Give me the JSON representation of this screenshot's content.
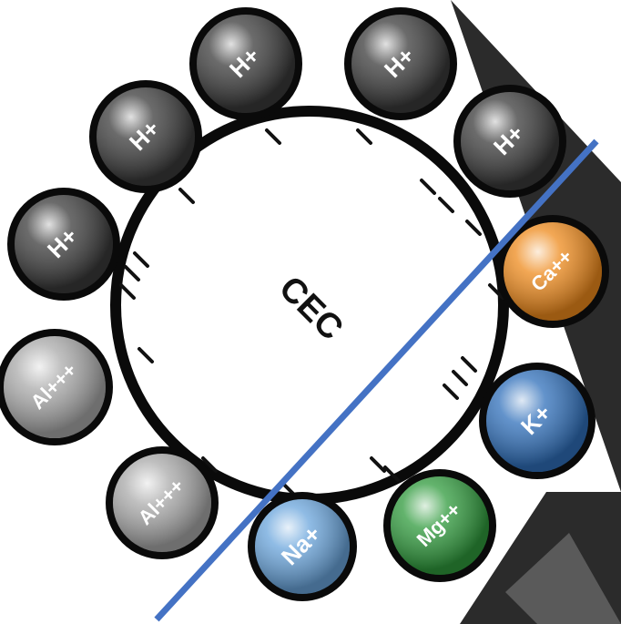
{
  "diagram": {
    "center_label": "CEC",
    "colors": {
      "background_dark": "#2b2b2b",
      "background_mid": "#5a5a5a",
      "divider_line": "#4472c4",
      "circle_fill": "#ffffff",
      "circle_stroke": "#0a0a0a",
      "charge_mark": "#111111"
    },
    "cations": [
      {
        "label": "H+",
        "color": "#3a3a3a",
        "group": "acidic"
      },
      {
        "label": "H+",
        "color": "#3a3a3a",
        "group": "acidic"
      },
      {
        "label": "H+",
        "color": "#3a3a3a",
        "group": "acidic"
      },
      {
        "label": "H+",
        "color": "#3a3a3a",
        "group": "acidic"
      },
      {
        "label": "H+",
        "color": "#3a3a3a",
        "group": "acidic"
      },
      {
        "label": "Al+++",
        "color": "#a9a9a9",
        "group": "acidic"
      },
      {
        "label": "Al+++",
        "color": "#a9a9a9",
        "group": "acidic"
      },
      {
        "label": "Na+",
        "color": "#6aa5dc",
        "group": "basic"
      },
      {
        "label": "Mg++",
        "color": "#2f9a3c",
        "group": "basic"
      },
      {
        "label": "K+",
        "color": "#2f6fba",
        "group": "basic"
      },
      {
        "label": "Ca++",
        "color": "#ee8a1c",
        "group": "basic"
      }
    ]
  }
}
